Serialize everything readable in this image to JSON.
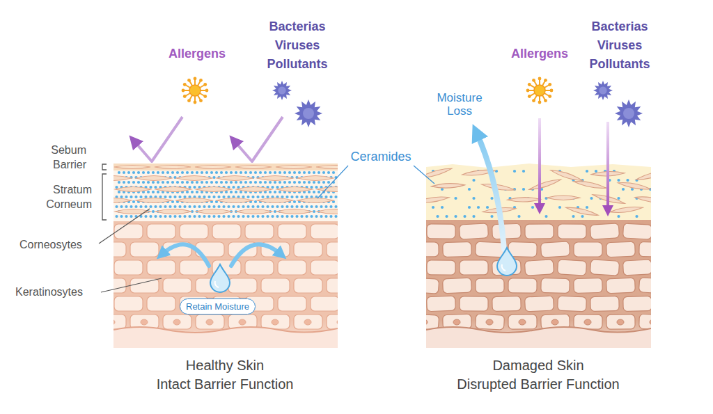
{
  "diagram": {
    "nodes": [
      {
        "text": [
          "Retain Moisture"
        ]
      }
    ],
    "labels": [
      "Allergens",
      "Bacterias Viruses Pollutants",
      "Allergens",
      "Bacterias Viruses Pollutants",
      "Moisture Loss",
      "Ceramides",
      "Sebum Barrier",
      "Stratum Corneum",
      "Corneosytes",
      "Keratinosytes",
      "Healthy Skin",
      "Intact Barrier Function",
      "Damaged Skin",
      "Disrupted Barrier Function"
    ]
  }
}
